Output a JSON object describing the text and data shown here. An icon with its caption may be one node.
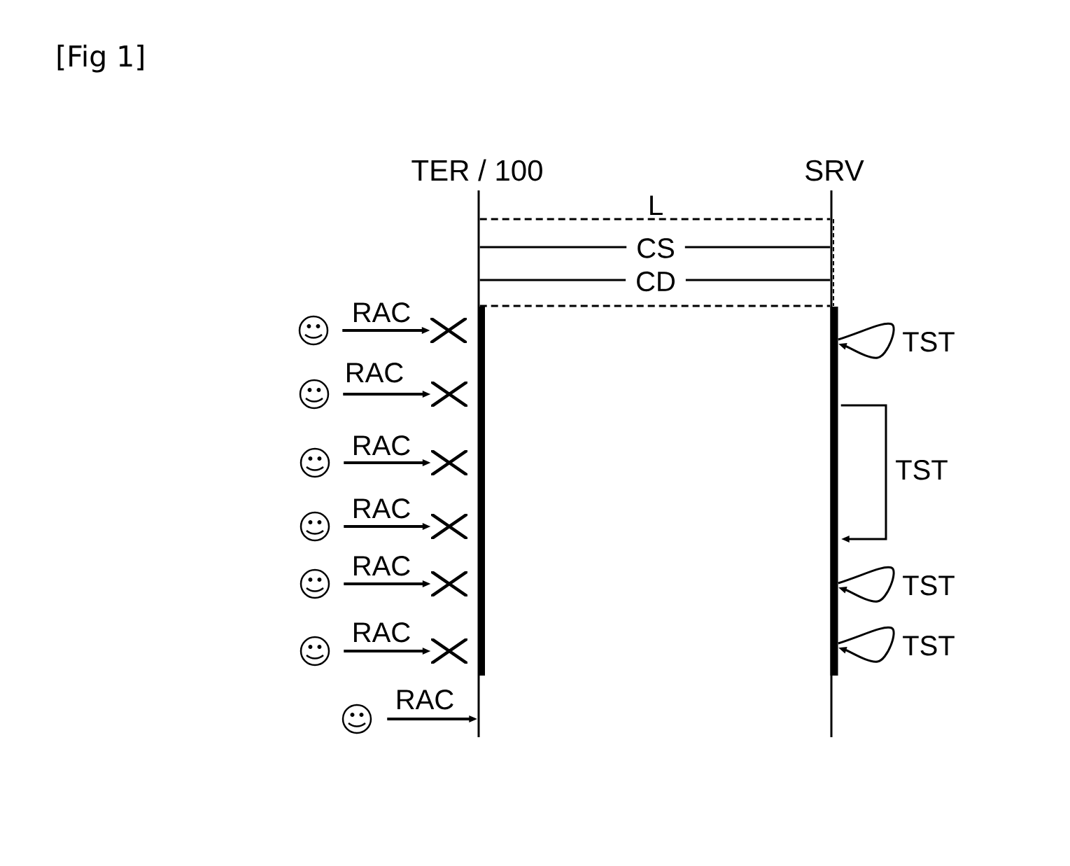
{
  "diagram": {
    "title": "[Fig 1]",
    "nodes": [
      {
        "text": [
          "TER / 100"
        ]
      },
      {
        "text": [
          "SRV"
        ]
      },
      {
        "text": [],
        "shape": "bar"
      },
      {
        "text": [],
        "shape": "bar"
      },
      {
        "text": [],
        "shape": "person"
      },
      {
        "text": [],
        "shape": "cross"
      },
      {
        "text": [],
        "shape": "person"
      },
      {
        "text": [],
        "shape": "cross"
      },
      {
        "text": [],
        "shape": "person"
      },
      {
        "text": [],
        "shape": "cross"
      },
      {
        "text": [],
        "shape": "person"
      },
      {
        "text": [],
        "shape": "cross"
      },
      {
        "text": [],
        "shape": "person"
      },
      {
        "text": [],
        "shape": "cross"
      },
      {
        "text": [],
        "shape": "person"
      },
      {
        "text": [],
        "shape": "cross"
      },
      {
        "text": [],
        "shape": "person"
      }
    ],
    "edges": [
      {
        "from": 0,
        "to": 1,
        "label": "L",
        "arrow": "none",
        "style": "dashed"
      },
      {
        "from": 0,
        "to": 1,
        "label": "CS",
        "arrow": "none"
      },
      {
        "from": 0,
        "to": 1,
        "label": "CD",
        "arrow": "none"
      },
      {
        "from": 0,
        "to": 1,
        "arrow": "none",
        "style": "dashed"
      },
      {
        "from": 4,
        "to": 5,
        "label": "RAC",
        "arrow": "to"
      },
      {
        "from": 6,
        "to": 7,
        "label": "RAC",
        "arrow": "to"
      },
      {
        "from": 8,
        "to": 9,
        "label": "RAC",
        "arrow": "to"
      },
      {
        "from": 10,
        "to": 11,
        "label": "RAC",
        "arrow": "to"
      },
      {
        "from": 12,
        "to": 13,
        "label": "RAC",
        "arrow": "to"
      },
      {
        "from": 14,
        "to": 15,
        "label": "RAC",
        "arrow": "to"
      },
      {
        "from": 16,
        "to": 0,
        "label": "RAC",
        "arrow": "to"
      },
      {
        "from": 3,
        "to": 3,
        "label": "TST",
        "arrow": "to"
      },
      {
        "from": 3,
        "to": 3,
        "label": "TST",
        "arrow": "to"
      },
      {
        "from": 3,
        "to": 3,
        "label": "TST",
        "arrow": "to"
      },
      {
        "from": 3,
        "to": 3,
        "label": "TST",
        "arrow": "to"
      }
    ]
  }
}
